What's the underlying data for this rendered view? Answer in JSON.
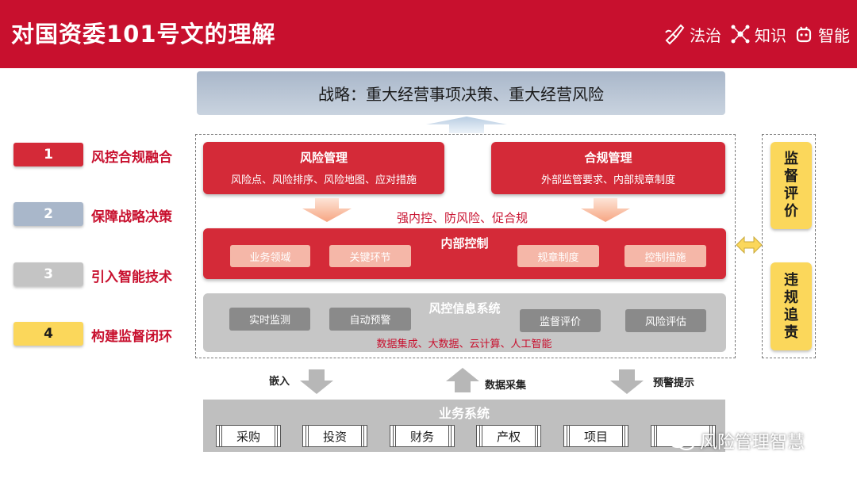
{
  "header": {
    "title": "对国资委101号文的理解",
    "brand": [
      {
        "icon": "hand-pen-icon",
        "label": "法治"
      },
      {
        "icon": "network-nodes-icon",
        "label": "知识"
      },
      {
        "icon": "robot-icon",
        "label": "智能"
      }
    ]
  },
  "strategy": {
    "label": "战略：重大经营事项决策、重大经营风险"
  },
  "risk_mgmt": {
    "title": "风险管理",
    "subtitle": "风险点、风险排序、风险地图、应对措施"
  },
  "compliance_mgmt": {
    "title": "合规管理",
    "subtitle": "外部监管要求、内部规章制度"
  },
  "slogan": "强内控、防风险、促合规",
  "internal_control": {
    "title": "内部控制",
    "chips": [
      "业务领域",
      "关键环节",
      "规章制度",
      "控制措施"
    ]
  },
  "risk_system": {
    "title": "风控信息系统",
    "chips": [
      "实时监测",
      "自动预警",
      "监督评价",
      "风险评估"
    ],
    "tech": "数据集成、大数据、云计算、人工智能"
  },
  "side": {
    "supervise": "监督评价",
    "accountability": "违规追责"
  },
  "flows": {
    "embed": "嵌入",
    "collect": "数据采集",
    "alert": "预警提示"
  },
  "business": {
    "title": "业务系统",
    "items": [
      "采购",
      "投资",
      "财务",
      "产权",
      "项目",
      ""
    ]
  },
  "numbered": [
    {
      "num": "1",
      "label": "风控合规融合",
      "color": "#d42a38"
    },
    {
      "num": "2",
      "label": "保障战略决策",
      "color": "#a9b7ca"
    },
    {
      "num": "3",
      "label": "引入智能技术",
      "color": "#c4c4c4"
    },
    {
      "num": "4",
      "label": "构建监督闭环",
      "color": "#fbd75b"
    }
  ],
  "watermark": "风险管理智慧",
  "colors": {
    "brand_red": "#c8102e",
    "pink": "#f5b7a8",
    "yellow": "#fbd75b",
    "slate": "#a9b7ca"
  }
}
